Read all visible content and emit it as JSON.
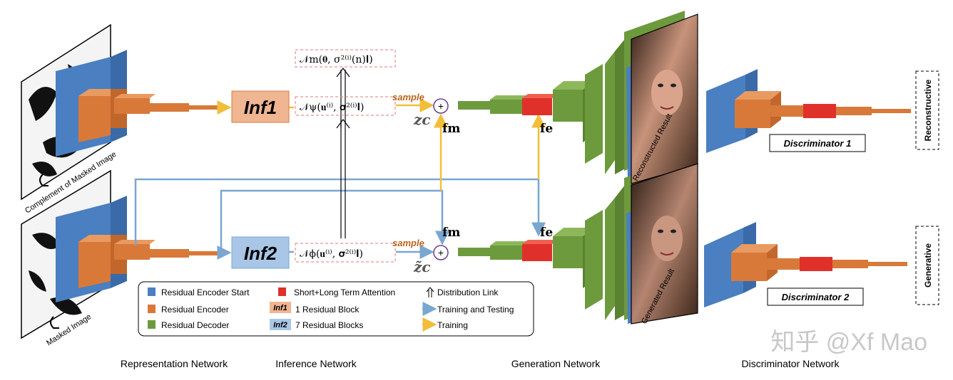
{
  "colors": {
    "encoder_start": "#4a7fc1",
    "encoder": "#d8793a",
    "decoder": "#6e9a3e",
    "attention": "#e0302a",
    "train_test_line": "#7aa6d0",
    "train_line": "#f2be3a",
    "inf1_box": "#f0b591",
    "inf2_box": "#a9c6e6"
  },
  "masked_inputs": {
    "top_label": "Complement of Masked Image",
    "bottom_label": "Masked Image"
  },
  "inference": {
    "inf1_label": "Inf1",
    "inf2_label": "Inf2",
    "prior_formula": "𝒩m(𝟎, σ²⁽ⁱ⁾(n)𝐈)",
    "top_formula": "𝒩ψ(𝐮⁽ⁱ⁾, 𝛔²⁽ⁱ⁾𝐈)",
    "bottom_formula": "𝒩ϕ(𝐮⁽ⁱ⁾, 𝛔²⁽ⁱ⁾𝐈)",
    "sample_label": "sample",
    "zc_top": "zc",
    "zc_bottom": "z̃c",
    "fm_label": "fm",
    "fe_label": "fe",
    "plus_symbol": "+"
  },
  "generation": {
    "reconstructed_label": "Reconstructed Result",
    "generated_label": "Generated Result"
  },
  "discriminator": {
    "d1_label": "Discriminator 1",
    "d2_label": "Discriminator 2",
    "reconstructive_label": "Reconstructive",
    "generative_label": "Generative"
  },
  "legend": {
    "encoder_start": "Residual Encoder Start",
    "encoder": "Residual Encoder",
    "decoder": "Residual Decoder",
    "attention": "Short+Long Term Attention",
    "inf1_tag": "Inf1",
    "inf1_desc": "1 Residual Block",
    "inf2_tag": "Inf2",
    "inf2_desc": "7 Residual Blocks",
    "distribution_link": "Distribution Link",
    "training_testing": "Training and Testing",
    "training": "Training"
  },
  "sections": {
    "representation": "Representation Network",
    "inference": "Inference Network",
    "generation": "Generation Network",
    "discriminator": "Discriminator Network"
  },
  "watermark": "知乎 @Xf Mao"
}
